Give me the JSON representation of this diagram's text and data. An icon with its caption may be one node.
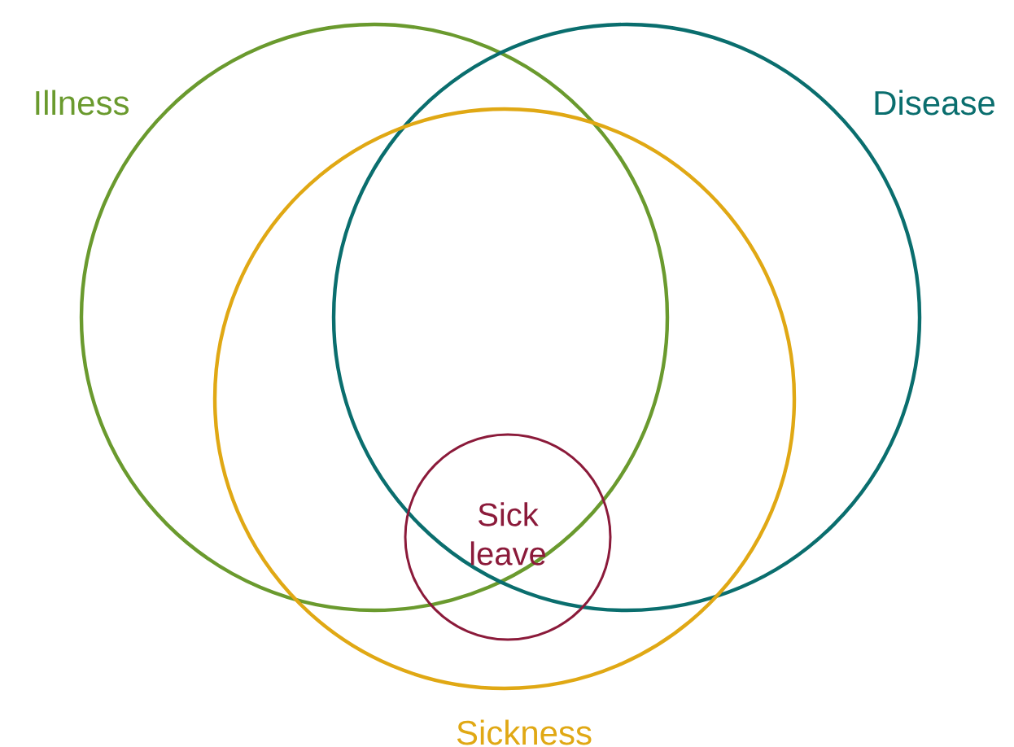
{
  "diagram": {
    "nodes": [
      {
        "text": [
          "Illness"
        ]
      },
      {
        "text": [
          "Disease"
        ]
      },
      {
        "text": [
          "Sickness"
        ]
      },
      {
        "text": [
          "Sick leave"
        ],
        "in": 2
      }
    ]
  }
}
